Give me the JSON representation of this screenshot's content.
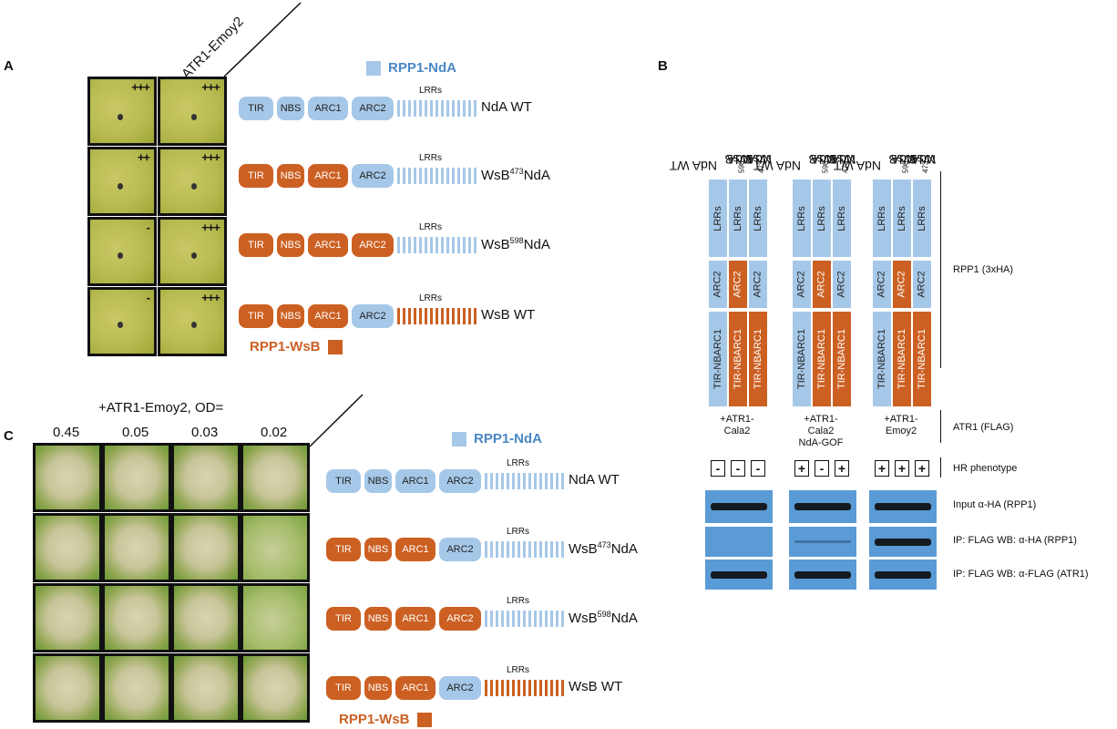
{
  "panel_labels": {
    "a": "A",
    "b": "B",
    "c": "C"
  },
  "panel_a": {
    "column_header": "ATR1-Emoy2",
    "severity": [
      "+++",
      "+++",
      "++",
      "+++",
      "-",
      "+++",
      "-",
      "+++"
    ]
  },
  "constructs": {
    "legend_nda": "RPP1-NdA",
    "legend_wsb": "RPP1-WsB",
    "domains": {
      "tir": "TIR",
      "nbs": "NBS",
      "arc1": "ARC1",
      "arc2": "ARC2",
      "lrrs": "LRRs"
    },
    "rows": [
      {
        "name": "NdA WT",
        "sup": ""
      },
      {
        "name_pre": "WsB",
        "sup": "473",
        "name_post": "NdA"
      },
      {
        "name_pre": "WsB",
        "sup": "598",
        "name_post": "NdA"
      },
      {
        "name": "WsB WT",
        "sup": ""
      }
    ]
  },
  "panel_c": {
    "header": "+ATR1-Emoy2,  OD=",
    "od_values": [
      "0.45",
      "0.05",
      "0.03",
      "0.02"
    ]
  },
  "panel_b": {
    "lanes": [
      {
        "pre": "NdA WT",
        "sup": "",
        "post": ""
      },
      {
        "pre": "WsB",
        "sup": "598",
        "post": "NdA"
      },
      {
        "pre": "WsB",
        "sup": "473",
        "post": "NdA"
      }
    ],
    "bar_labels": {
      "lrrs": "LRRs",
      "arc2": "ARC2",
      "tir_nbarc1": "TIR-NBARC1"
    },
    "groups": [
      "+ATR1-\nCala2",
      "+ATR1-\nCala2\nNdA-GOF",
      "+ATR1-\nEmoy2"
    ],
    "hr": [
      [
        "-",
        "-",
        "-"
      ],
      [
        "+",
        "-",
        "+"
      ],
      [
        "+",
        "+",
        "+"
      ]
    ],
    "right_labels": {
      "rpp1": "RPP1 (3xHA)",
      "atr1": "ATR1 (FLAG)",
      "hr": "HR phenotype",
      "input": "Input α-HA (RPP1)",
      "ip_ha": "IP: FLAG WB: α-HA (RPP1)",
      "ip_flag": "IP: FLAG WB: α-FLAG (ATR1)"
    }
  },
  "colors": {
    "nda": "#a6c8e8",
    "wsb": "#cc6022",
    "blot": "#5a9bd5"
  }
}
